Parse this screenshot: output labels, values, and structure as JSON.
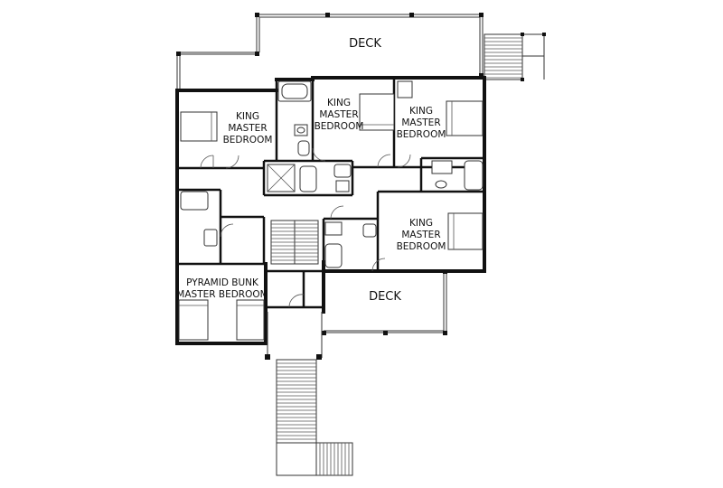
{
  "rooms": {
    "deck_top": "DECK",
    "deck_right": "DECK",
    "bedroom_1": [
      "KING",
      "MASTER",
      "BEDROOM"
    ],
    "bedroom_2": [
      "KING",
      "MASTER",
      "BEDROOM"
    ],
    "bedroom_3": [
      "KING",
      "MASTER",
      "BEDROOM"
    ],
    "bedroom_4": [
      "KING",
      "MASTER",
      "BEDROOM"
    ],
    "bedroom_5": [
      "PYRAMID BUNK",
      "MASTER BEDROOM"
    ]
  }
}
